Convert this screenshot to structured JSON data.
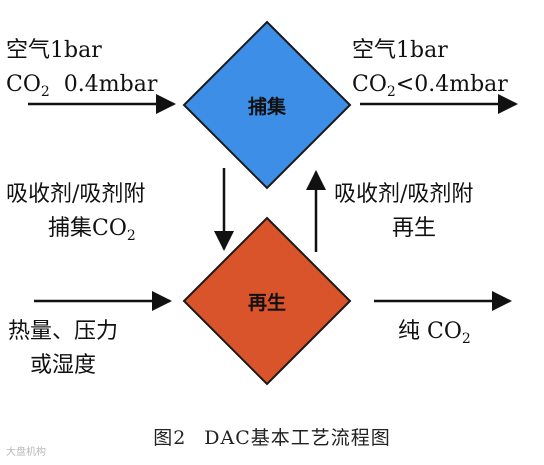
{
  "colors": {
    "capture_diamond": "#3d8ee6",
    "regen_diamond": "#d9532b",
    "outline": "#1a1a1a",
    "text": "#111111"
  },
  "nodes": {
    "capture": {
      "label": "捕集"
    },
    "regen": {
      "label": "再生"
    }
  },
  "input_air": {
    "line1": "空气1bar",
    "line2_prefix": "CO",
    "line2_sub": "2",
    "line2_value": "0.4mbar"
  },
  "output_air": {
    "line1": "空气1bar",
    "line2_prefix": "CO",
    "line2_sub": "2",
    "line2_value": "<0.4mbar"
  },
  "left_loop_label": {
    "line1": "吸收剂/吸剂附",
    "line2_prefix": "捕集CO",
    "line2_sub": "2"
  },
  "right_loop_label": {
    "line1": "吸收剂/吸剂附",
    "line2": "再生"
  },
  "regen_input": {
    "line1": "热量、压力",
    "line2": "或湿度"
  },
  "regen_output": {
    "prefix": "纯 CO",
    "sub": "2"
  },
  "caption": {
    "number": "图2",
    "title": "DAC基本工艺流程图"
  },
  "watermark": "大盘机构"
}
